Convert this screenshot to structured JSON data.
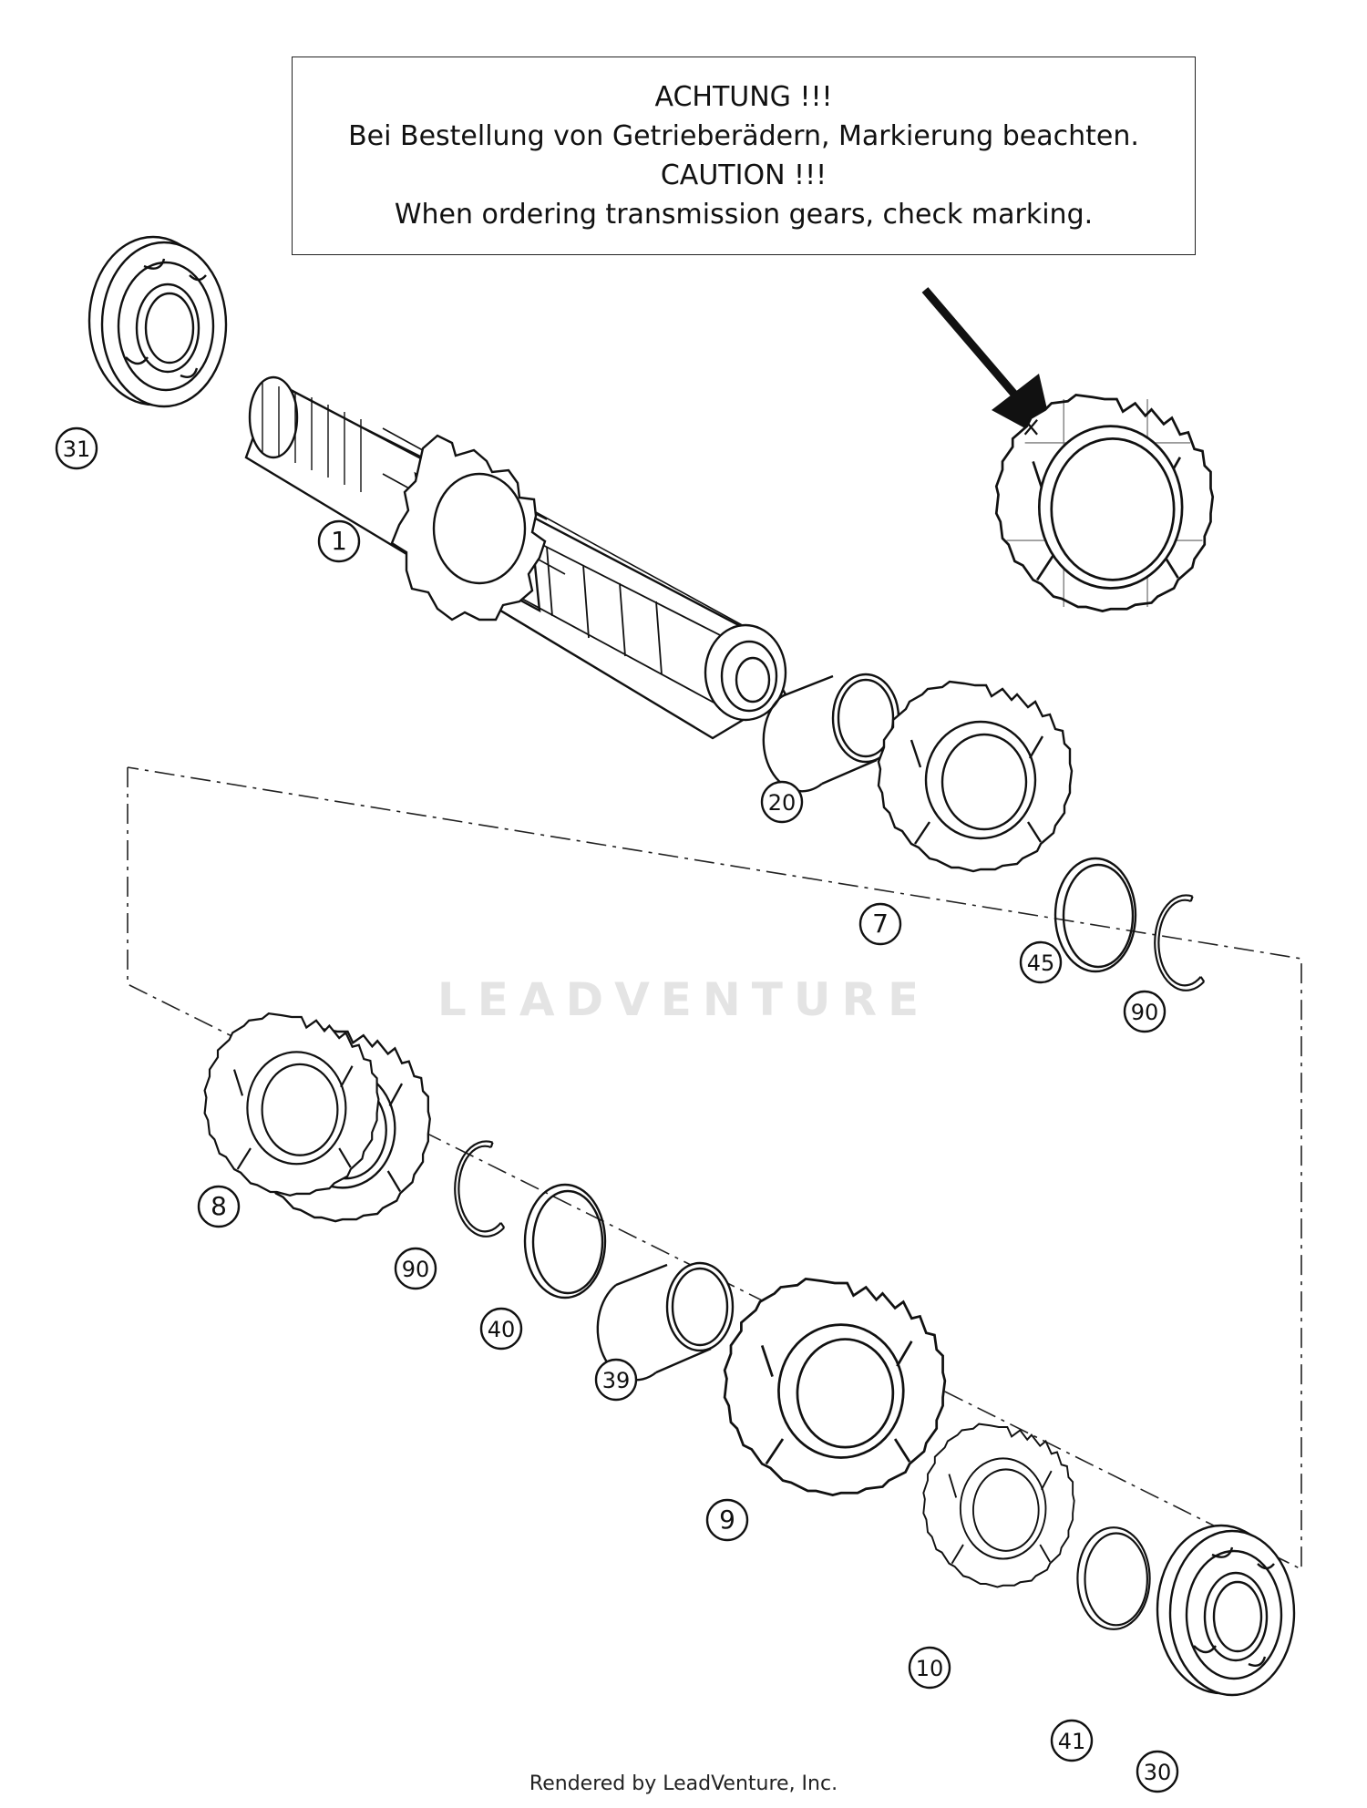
{
  "notice": {
    "line1": "ACHTUNG !!!",
    "line2": "Bei Bestellung von Getrieberädern, Markierung beachten.",
    "line3": "CAUTION !!!",
    "line4": "When ordering transmission gears, check marking."
  },
  "callouts": [
    "31",
    "1",
    "20",
    "7",
    "45",
    "90",
    "8",
    "90",
    "40",
    "39",
    "9",
    "10",
    "41",
    "30"
  ],
  "watermark": "LEADVENTURE",
  "footer": "Rendered by LeadVenture, Inc."
}
